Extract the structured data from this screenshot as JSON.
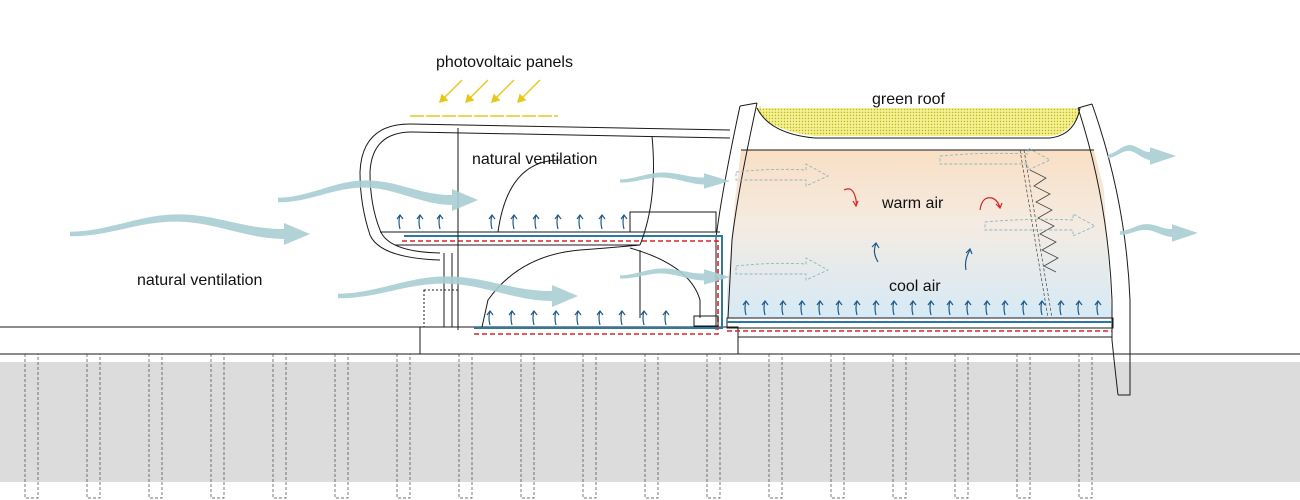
{
  "labels": {
    "photovoltaic": "photovoltaic panels",
    "ventilation_upper": "natural ventilation",
    "ventilation_left": "natural ventilation",
    "green_roof": "green roof",
    "warm_air": "warm air",
    "cool_air": "cool air"
  },
  "colors": {
    "airflow_arrow": "#a9ced3",
    "sun_rays": "#e8c71b",
    "heating_line": "#d9232e",
    "floor_line": "#2a7aa6",
    "warm_zone": "#f9dfc4",
    "cool_zone": "#d6eaf6",
    "ground": "#dcdcdc",
    "structure": "#1a1a1a"
  }
}
